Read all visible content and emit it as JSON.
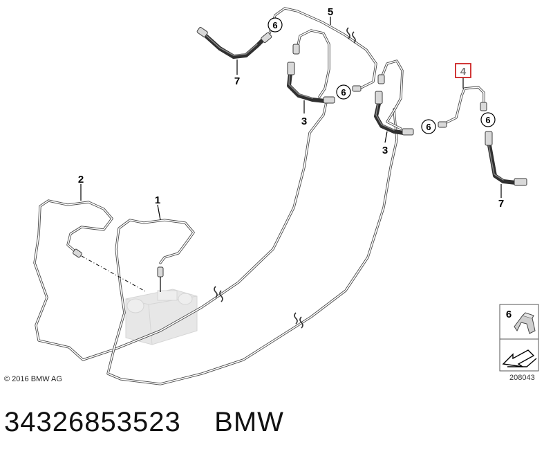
{
  "diagram": {
    "callouts": {
      "c1": "1",
      "c2": "2",
      "c3a": "3",
      "c3b": "3",
      "c4": "4",
      "c5": "5",
      "c6a": "6",
      "c6b": "6",
      "c6c": "6",
      "c6d": "6",
      "c7a": "7",
      "c7b": "7"
    },
    "legend_clip_number": "6",
    "highlight_color": "#cc2222"
  },
  "footer": {
    "copyright": "© 2016 BMW AG",
    "reference_number": "208043",
    "part_number": "34326853523",
    "brand": "BMW"
  }
}
